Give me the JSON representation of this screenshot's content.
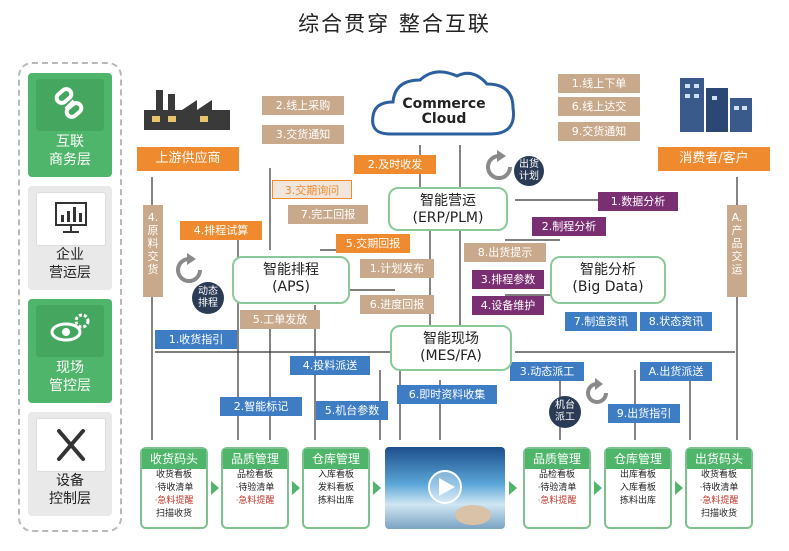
{
  "title": "综合贯穿  整合互联",
  "layers": [
    {
      "label": "互联\n商务层"
    },
    {
      "label": "企业\n营运层"
    },
    {
      "label": "现场\n管控层"
    },
    {
      "label": "设备\n控制层"
    }
  ],
  "cloud": "Commerce\nCloud",
  "supplier": "上游供应商",
  "consumer": "消费者/客户",
  "nodes": {
    "erp": "智能营运\n(ERP/PLM)",
    "aps": "智能排程\n(APS)",
    "bigdata": "智能分析\n(Big Data)",
    "mes": "智能现场\n(MES/FA)"
  },
  "circle_labels": {
    "ship_plan": "出货\n计划",
    "dynamic_sched": "动态\n排程",
    "machine_dispatch": "机台\n派工"
  },
  "vertical_bars": {
    "left": "4.\n原\n料\n交\n货",
    "right": "A.\n产\n品\n交\n运"
  },
  "tags": {
    "cloud_left": [
      "2.线上采购",
      "3.交货通知"
    ],
    "cloud_right": [
      "1.线上下单",
      "6.线上达交",
      "9.交货通知"
    ],
    "timely": "2.及时收发",
    "delivery_inquiry": "3.交期询问",
    "completion_report": "7.完工回报",
    "sched_trial": "4.排程试算",
    "delivery_reply": "5.交期回报",
    "data_analysis": "1.数据分析",
    "process_analysis": "2.制程分析",
    "ship_hint": "8.出货提示",
    "plan_release": "1.计划发布",
    "sched_params": "3.排程参数",
    "progress_report": "6.进度回报",
    "equip_maint": "4.设备维护",
    "work_order": "5.工单发放",
    "mfg_info": "7.制造资讯",
    "status_info": "8.状态资讯",
    "receive_guide": "1.收货指引",
    "feed_dispatch": "4.投料派送",
    "dynamic_dispatch": "3.动态派工",
    "ship_dispatch": "A.出货派送",
    "smart_mark": "2.智能标记",
    "machine_params": "5.机台参数",
    "realtime_collect": "6.即时资料收集",
    "ship_guide": "9.出货指引"
  },
  "cards": [
    {
      "title": "收货码头",
      "lines": [
        "收货看板",
        "·待收清单",
        "·急料提醒",
        "扫描收货"
      ]
    },
    {
      "title": "品质管理",
      "lines": [
        "品检看板",
        "·待验清单",
        "·急料提醒"
      ]
    },
    {
      "title": "仓库管理",
      "lines": [
        "入库看板",
        "发料看板",
        "拣料出库"
      ]
    },
    {
      "title": "品质管理",
      "lines": [
        "品检看板",
        "·待验清单",
        "·急料提醒"
      ]
    },
    {
      "title": "仓库管理",
      "lines": [
        "出库看板",
        "入库看板",
        "拣料出库"
      ]
    },
    {
      "title": "出货码头",
      "lines": [
        "收货看板",
        "·待收清单",
        "·急料提醒",
        "扫描收货"
      ]
    }
  ],
  "colors": {
    "green": "#4fb56a",
    "orange": "#ef8a2e",
    "tan": "#c9a98b",
    "purple": "#7b2f73",
    "blue": "#3e7dc4"
  }
}
